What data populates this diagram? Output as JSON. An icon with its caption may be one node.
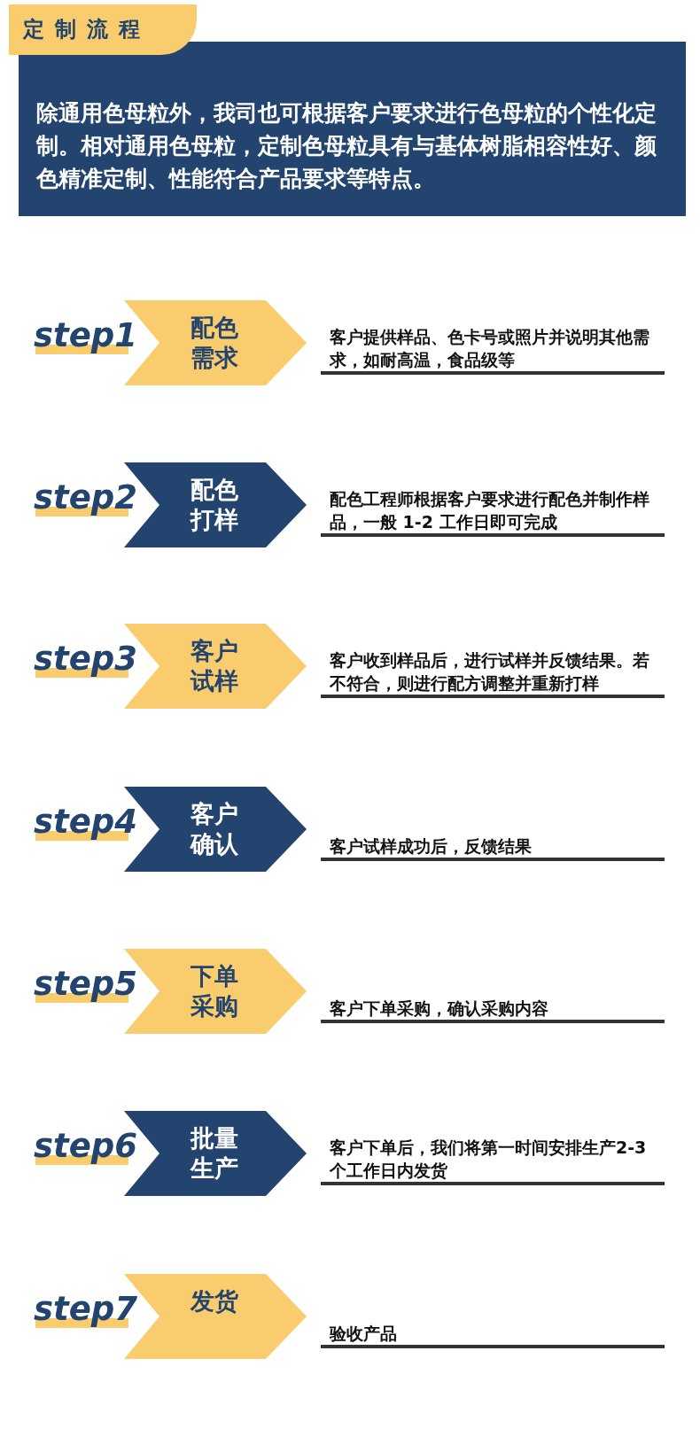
{
  "diagram": {
    "title": "定制流程",
    "nodes": [
      {
        "text": [
          "除通用色母粒外，我司也可根据客户要求进行色母粒的个性化定制。相对通用色母粒，定制色母粒具有与基体树脂相容性好、颜色精准定制、性能符合产品要求等特点。"
        ]
      },
      {
        "text": [
          "配色需求"
        ],
        "beside": [
          "step1",
          "客户提供样品、色卡号或照片并说明其他需求，如耐高温，食品级等"
        ]
      },
      {
        "text": [
          "配色打样"
        ],
        "beside": [
          "step2",
          "配色工程师根据客户要求进行配色并制作样品，一般 1-2 工作日即可完成"
        ]
      },
      {
        "text": [
          "客户试样"
        ],
        "beside": [
          "step3",
          "客户收到样品后，进行试样并反馈结果。若不符合，则进行配方调整并重新打样"
        ]
      },
      {
        "text": [
          "客户确认"
        ],
        "beside": [
          "step4",
          "客户试样成功后，反馈结果"
        ]
      },
      {
        "text": [
          "下单采购"
        ],
        "beside": [
          "step5",
          "客户下单采购，确认采购内容"
        ]
      },
      {
        "text": [
          "批量生产"
        ],
        "beside": [
          "step6",
          "客户下单后，我们将第一时间安排生产2-3 个工作日内发货"
        ]
      },
      {
        "text": [
          "发货"
        ],
        "beside": [
          "step7",
          "验收产品"
        ]
      }
    ]
  }
}
